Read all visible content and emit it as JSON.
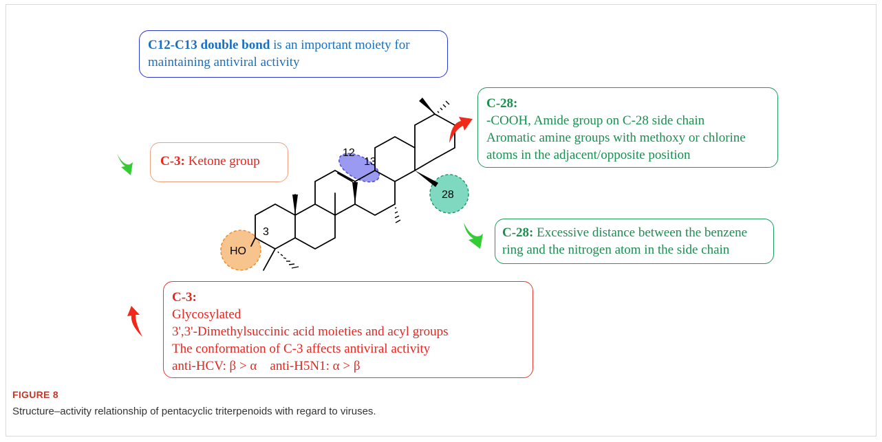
{
  "colors": {
    "blue_border": "#2a35d6",
    "blue_text": "#1a6fbf",
    "red": "#e8251f",
    "green": "#1a8f50",
    "orange_fill": "#f8c48d",
    "teal_fill": "#7fd9c0",
    "violet_fill": "#8f8ff0",
    "caption_red": "#c0392b"
  },
  "icons": {
    "green_arrow": "curved-arrow-down-icon",
    "red_arrow": "curved-arrow-up-icon"
  },
  "boxes": {
    "c1213": {
      "bold": "C12-C13 double bond",
      "rest": " is an important moiety for",
      "line2": "maintaining antiviral activity"
    },
    "c3_ketone": {
      "bold": "C-3:",
      "rest": " Ketone group"
    },
    "c28_up": {
      "heading": "C-28:",
      "line1": "-COOH, Amide group on C-28 side chain",
      "line2": "Aromatic amine groups with methoxy or chlorine",
      "line3": "atoms in the adjacent/opposite position"
    },
    "c28_down": {
      "bold": "C-28:",
      "rest": " Excessive distance between the benzene",
      "line2": "ring and the nitrogen atom in the side chain"
    },
    "c3_up": {
      "heading": "C-3:",
      "line1": "Glycosylated",
      "line2": "3',3'-Dimethylsuccinic acid moieties and acyl groups",
      "line3": "The conformation of C-3 affects antiviral activity",
      "line4": "anti-HCV: β > α    anti-H5N1: α > β"
    }
  },
  "structure": {
    "label_ho": "HO",
    "label_3": "3",
    "label_12": "12",
    "label_13": "13",
    "label_28": "28"
  },
  "caption": {
    "label": "FIGURE 8",
    "text": "Structure–activity relationship of pentacyclic triterpenoids with regard to viruses."
  }
}
